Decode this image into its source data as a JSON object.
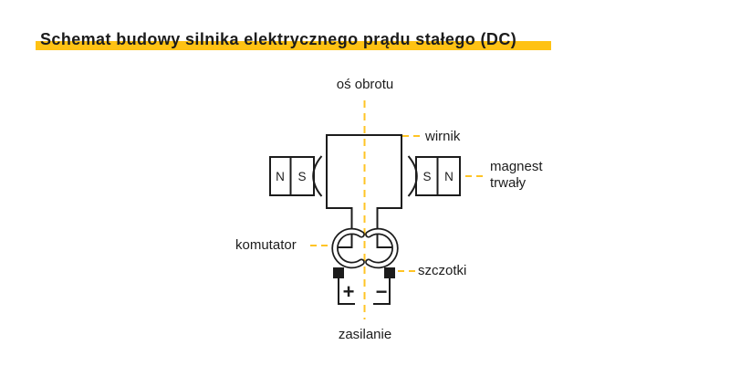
{
  "title": {
    "text": "Schemat budowy silnika elektrycznego prądu stałego (DC)"
  },
  "diagram": {
    "labels": {
      "axis": "oś obrotu",
      "rotor": "wirnik",
      "magnet_line1": "magnest",
      "magnet_line2": "trwały",
      "commutator": "komutator",
      "brushes": "szczotki",
      "power": "zasilanie"
    },
    "magnets": {
      "left": {
        "outer_pole": "N",
        "inner_pole": "S"
      },
      "right": {
        "inner_pole": "S",
        "outer_pole": "N"
      }
    },
    "power_terminals": {
      "positive": "+",
      "negative": "−"
    },
    "colors": {
      "line": "#1c1c1c",
      "dashed_guides": "#ffc425",
      "title_highlight": "#ffc214",
      "background": "#ffffff"
    }
  }
}
